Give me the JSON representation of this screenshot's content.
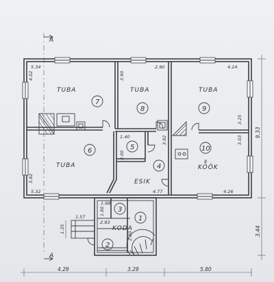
{
  "section_marks": {
    "top": "A",
    "bottom": "A"
  },
  "rooms": [
    {
      "name": "TUBA",
      "number": "7"
    },
    {
      "name": "TUBA",
      "number": "8"
    },
    {
      "name": "TUBA",
      "number": "9"
    },
    {
      "name": "TUBA",
      "number": "6"
    },
    {
      "name": "",
      "number": "5"
    },
    {
      "name": "",
      "number": "4"
    },
    {
      "name": "KÖÖK",
      "number": "10"
    },
    {
      "name": "ESIK",
      "number": ""
    },
    {
      "name": "",
      "number": "3"
    },
    {
      "name": "",
      "number": "1"
    },
    {
      "name": "",
      "number": "2"
    },
    {
      "name": "KODA",
      "number": ""
    }
  ],
  "room_dimensions": {
    "r7_w": "5.34",
    "r7_h": "4.02",
    "r8_w": "2.90",
    "r8_h": "3.90",
    "r9_w": "4.24",
    "r9_h": "3.25",
    "r6_w": "5.32",
    "r6_h": "3.82",
    "r5_w": "1.40",
    "r5_h": "2.00",
    "r4_h": "3.82",
    "esik_w": "4.77",
    "r10_w": "4.26",
    "r10_h": "3.03",
    "r3_w": "1.68",
    "r3_h": "1.80",
    "koda_w": "2.93",
    "koda_small": "1.57",
    "r1_h": "2.80",
    "entry_h": "1.35",
    "kitchen_mark": "8"
  },
  "overall_dimensions": {
    "bottom_a": "4.29",
    "bottom_b": "3.29",
    "bottom_c": "5.80",
    "right_total": "9.33",
    "right_porch": "3.44"
  }
}
